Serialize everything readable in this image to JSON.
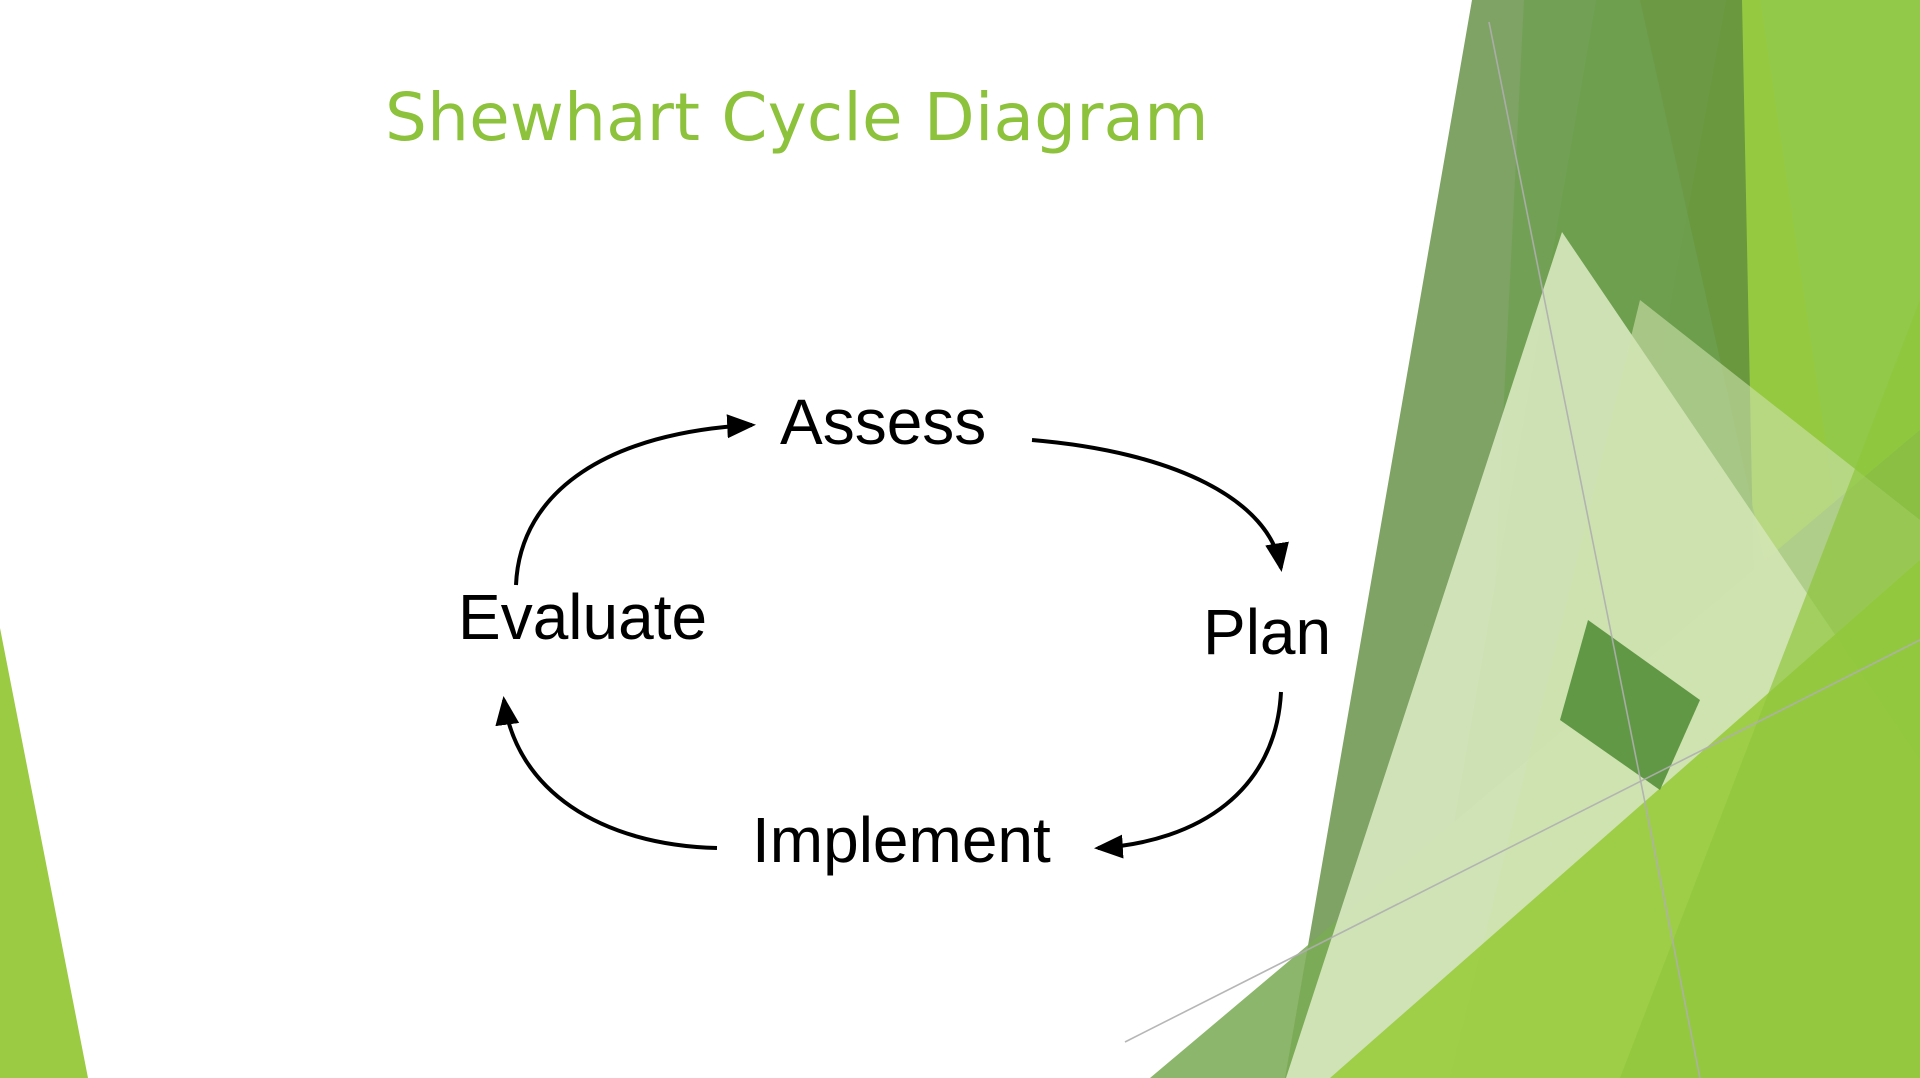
{
  "slide": {
    "title": "Shewhart Cycle Diagram",
    "background_color": "#FFFFFF",
    "title_color": "#8DC23C"
  },
  "diagram": {
    "name": "Shewhart Cycle",
    "type": "cycle",
    "direction": "clockwise",
    "nodes": [
      {
        "id": "assess",
        "label": "Assess",
        "position": "top"
      },
      {
        "id": "plan",
        "label": "Plan",
        "position": "right"
      },
      {
        "id": "implement",
        "label": "Implement",
        "position": "bottom"
      },
      {
        "id": "evaluate",
        "label": "Evaluate",
        "position": "left"
      }
    ],
    "edges": [
      {
        "from": "evaluate",
        "to": "assess",
        "style": "curved-arrow"
      },
      {
        "from": "assess",
        "to": "plan",
        "style": "curved-arrow"
      },
      {
        "from": "plan",
        "to": "implement",
        "style": "curved-arrow"
      },
      {
        "from": "implement",
        "to": "evaluate",
        "style": "curved-arrow"
      }
    ],
    "stroke_color": "#000000",
    "label_color": "#000000"
  },
  "decoration": {
    "theme": "facet",
    "accent_colors": [
      "#9BCB43",
      "#95C93E",
      "#6FA052",
      "#7CAC56",
      "#D9E8C0",
      "#C5DE9A",
      "#4E8B32",
      "#AFAFAF"
    ]
  }
}
